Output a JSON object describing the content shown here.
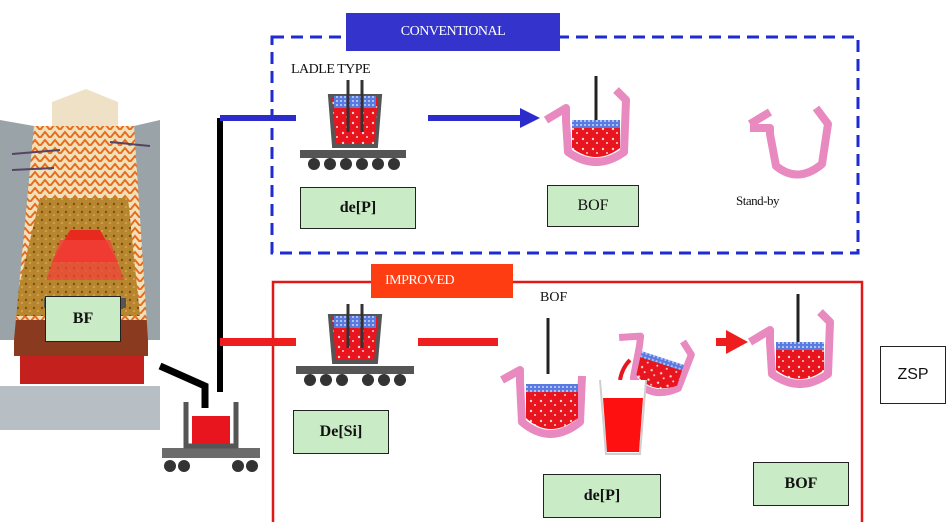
{
  "labels": {
    "conventional": "CONVENTIONAL",
    "ladle_type": "LADLE TYPE",
    "de_p_top": "de[P]",
    "bof_top": "BOF",
    "standby": "Stand-by",
    "improved": "IMPROVED",
    "bof_improved_heading": "BOF",
    "de_si": "De[Si]",
    "de_p_bottom": "de[P]",
    "bof_bottom": "BOF",
    "bf": "BF",
    "zsp": "ZSP"
  },
  "colors": {
    "conventional_blue": "#3434cc",
    "improved_red": "#ff3d12",
    "label_green": "#c9ebc5",
    "molten_red": "#e8141e",
    "vessel_pink": "#e89ac6",
    "slag_blue": "#3a6ad8"
  }
}
